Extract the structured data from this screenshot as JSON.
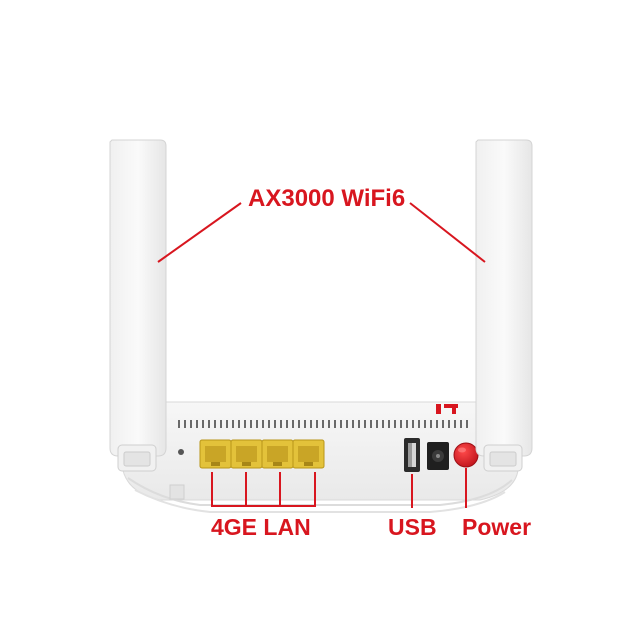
{
  "labels": {
    "wifi": "AX3000 WiFi6",
    "lan": "4GE LAN",
    "usb": "USB",
    "power": "Power"
  },
  "colors": {
    "annotation": "#d8161f",
    "lan_port": "#e3c23a",
    "power_button": "#d8161f",
    "body": "#f3f3f3"
  },
  "icons": {
    "lan_ports": "rj45-port-icon",
    "usb_port": "usb-port-icon",
    "power_jack": "dc-jack-icon",
    "power_button": "power-button-icon"
  }
}
